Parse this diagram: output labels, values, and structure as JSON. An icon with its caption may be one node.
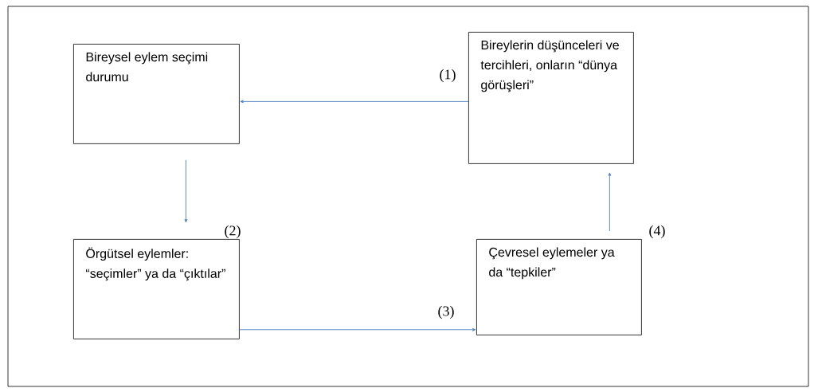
{
  "diagram": {
    "nodes": [
      {
        "text": [
          "Bireysel eylem seçimi durumu"
        ]
      },
      {
        "text": [
          "Bireylerin düşünceleri ve tercihleri, onların “dünya görüşleri”"
        ]
      },
      {
        "text": [
          "Örgütsel eylemler: “seçimler” ya da “çıktılar”"
        ]
      },
      {
        "text": [
          "Çevresel eylemeler ya da “tepkiler”"
        ]
      }
    ],
    "edges": [
      {
        "from": 1,
        "to": 0,
        "arrow": "to"
      },
      {
        "from": 0,
        "to": 2,
        "arrow": "to"
      },
      {
        "from": 2,
        "to": 3,
        "arrow": "to"
      },
      {
        "from": 3,
        "to": 1,
        "arrow": "to"
      }
    ],
    "labels": [
      "(1)",
      "(2)",
      "(3)",
      "(4)"
    ]
  }
}
